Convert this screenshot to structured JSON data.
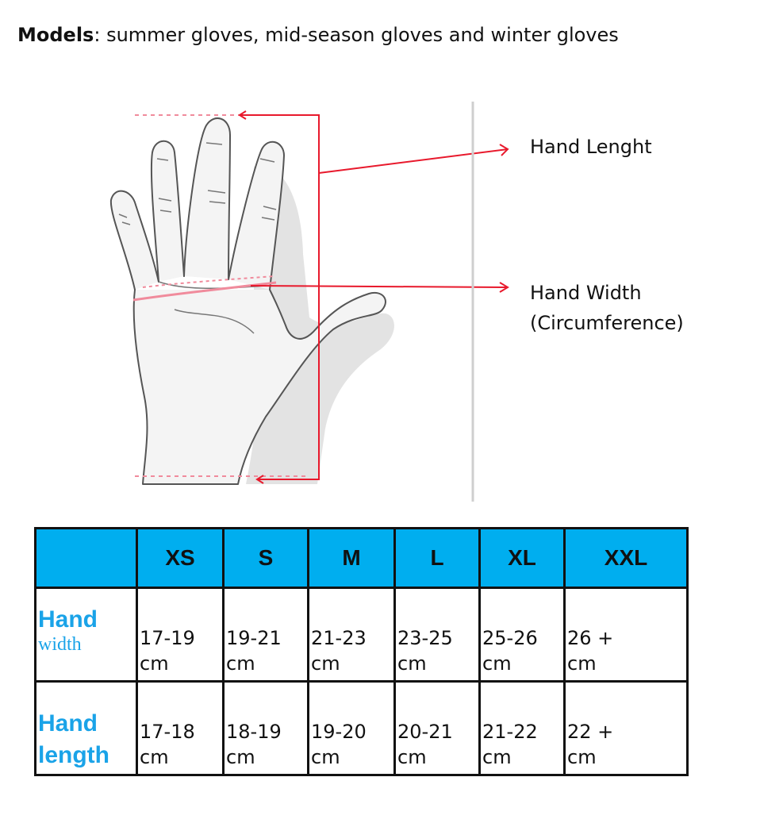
{
  "header": {
    "models_label": "Models",
    "models_separator": ":",
    "models_text": " summer gloves, mid-season gloves and winter gloves"
  },
  "figure": {
    "callout_length": "Hand Lenght",
    "callout_width_line1": "Hand Width",
    "callout_width_line2": "(Circumference)",
    "arrow_color": "#e8192c",
    "illustration": "hand-measurement-illustration"
  },
  "table": {
    "header_color": "#00aeef",
    "label_color": "#1aa3e8",
    "columns": [
      "",
      "XS",
      "S",
      "M",
      "L",
      "XL",
      "XXL"
    ],
    "rows": [
      {
        "label_line1": "Hand",
        "label_line2": "width",
        "cells": [
          {
            "value": "17-19",
            "unit": "cm"
          },
          {
            "value": "19-21",
            "unit": "cm"
          },
          {
            "value": "21-23",
            "unit": "cm"
          },
          {
            "value": "23-25",
            "unit": "cm"
          },
          {
            "value": "25-26",
            "unit": "cm"
          },
          {
            "value": "26 +",
            "unit": "cm"
          }
        ]
      },
      {
        "label_line1": "Hand",
        "label_line2": "length",
        "cells": [
          {
            "value": "17-18",
            "unit": "cm"
          },
          {
            "value": "18-19",
            "unit": "cm"
          },
          {
            "value": "19-20",
            "unit": "cm"
          },
          {
            "value": "20-21",
            "unit": "cm"
          },
          {
            "value": "21-22",
            "unit": "cm"
          },
          {
            "value": "22 +",
            "unit": "cm"
          }
        ]
      }
    ]
  }
}
